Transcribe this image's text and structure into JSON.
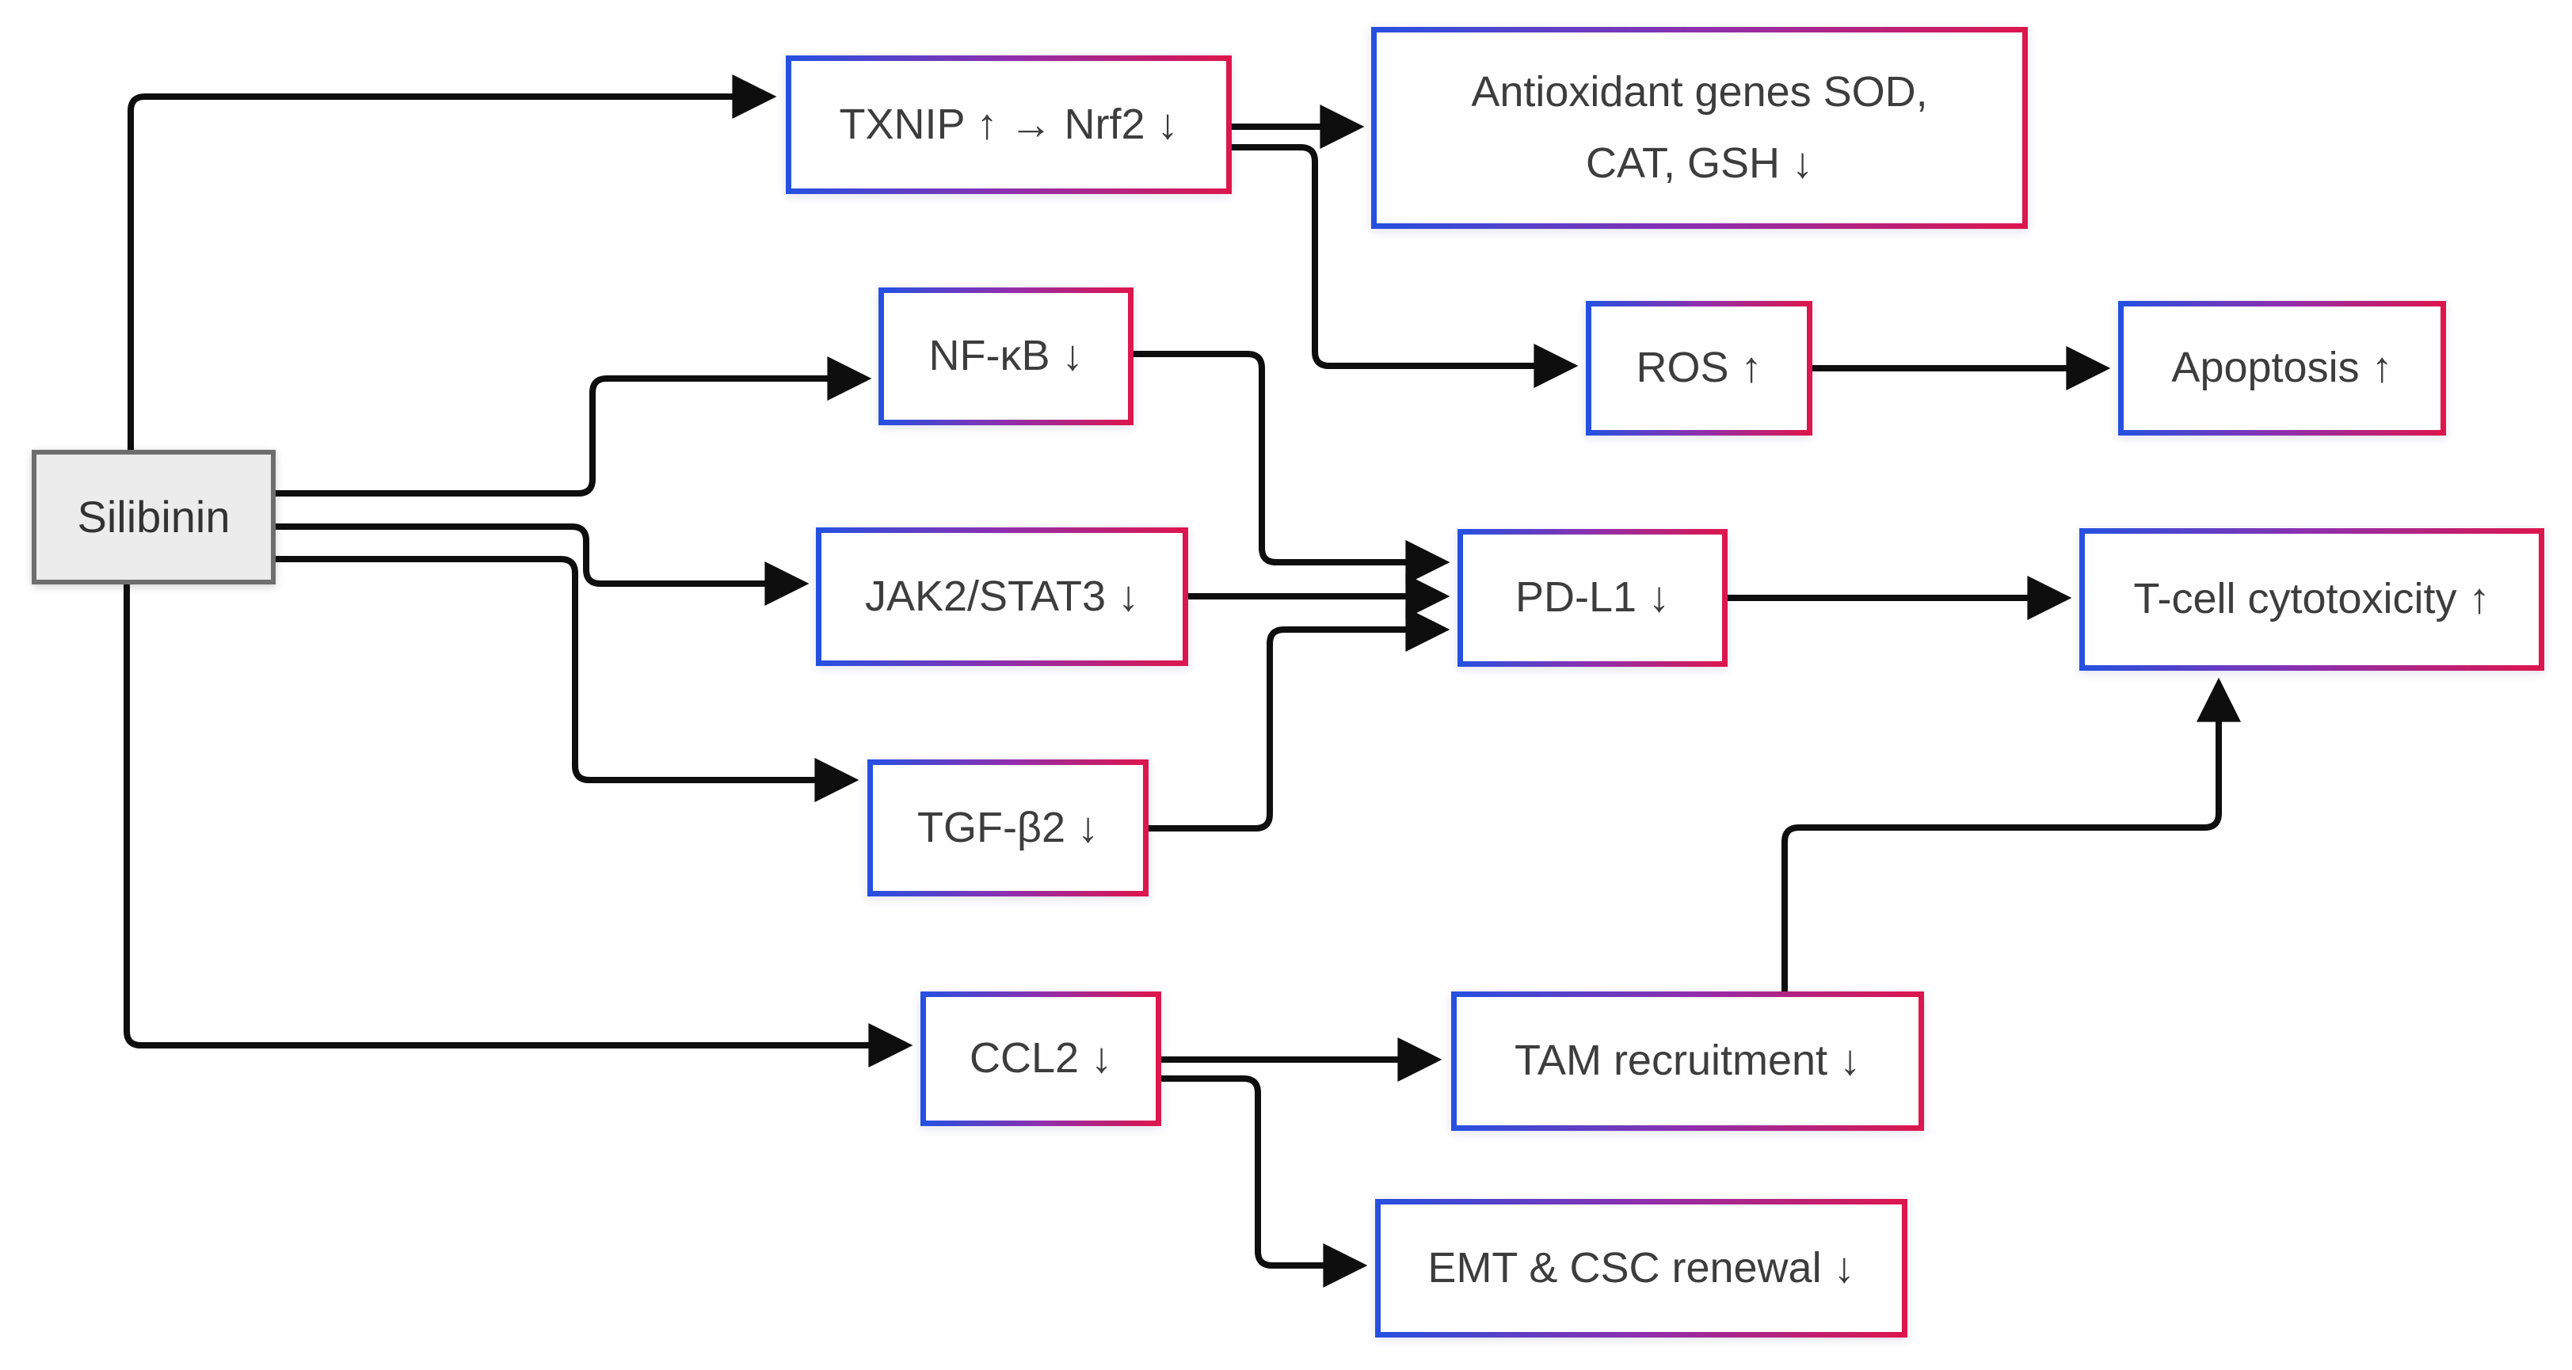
{
  "diagram": {
    "title": "Silibinin mechanism flow diagram",
    "colors": {
      "border_gradient_start": "#2750e0",
      "border_gradient_mid": "#8e2fae",
      "border_gradient_end": "#dc164e",
      "source_fill": "#ececec",
      "source_border": "#6e6e6e",
      "arrow": "#0e0e0e",
      "text": "#3d3d3d"
    },
    "nodes": {
      "silibinin": {
        "label": "Silibinin"
      },
      "txnip": {
        "label": "TXNIP ↑ → Nrf2 ↓"
      },
      "antioxidant": {
        "label": "Antioxidant genes SOD,\nCAT, GSH ↓"
      },
      "nfkb": {
        "label": "NF-κB ↓"
      },
      "jak2": {
        "label": "JAK2/STAT3 ↓"
      },
      "tgfb2": {
        "label": "TGF-β2 ↓"
      },
      "ros": {
        "label": "ROS ↑"
      },
      "apoptosis": {
        "label": "Apoptosis ↑"
      },
      "pdl1": {
        "label": "PD-L1 ↓"
      },
      "tcell": {
        "label": "T-cell cytotoxicity ↑"
      },
      "ccl2": {
        "label": "CCL2 ↓"
      },
      "tam": {
        "label": "TAM recruitment ↓"
      },
      "emt": {
        "label": "EMT & CSC renewal ↓"
      }
    },
    "edges": [
      {
        "from": "silibinin",
        "to": "txnip"
      },
      {
        "from": "silibinin",
        "to": "nfkb"
      },
      {
        "from": "silibinin",
        "to": "jak2"
      },
      {
        "from": "silibinin",
        "to": "tgfb2"
      },
      {
        "from": "silibinin",
        "to": "ccl2"
      },
      {
        "from": "txnip",
        "to": "antioxidant"
      },
      {
        "from": "txnip",
        "to": "ros"
      },
      {
        "from": "ros",
        "to": "apoptosis"
      },
      {
        "from": "nfkb",
        "to": "pdl1"
      },
      {
        "from": "jak2",
        "to": "pdl1"
      },
      {
        "from": "tgfb2",
        "to": "pdl1"
      },
      {
        "from": "pdl1",
        "to": "tcell"
      },
      {
        "from": "ccl2",
        "to": "tam"
      },
      {
        "from": "ccl2",
        "to": "emt"
      },
      {
        "from": "tam",
        "to": "tcell"
      }
    ]
  }
}
